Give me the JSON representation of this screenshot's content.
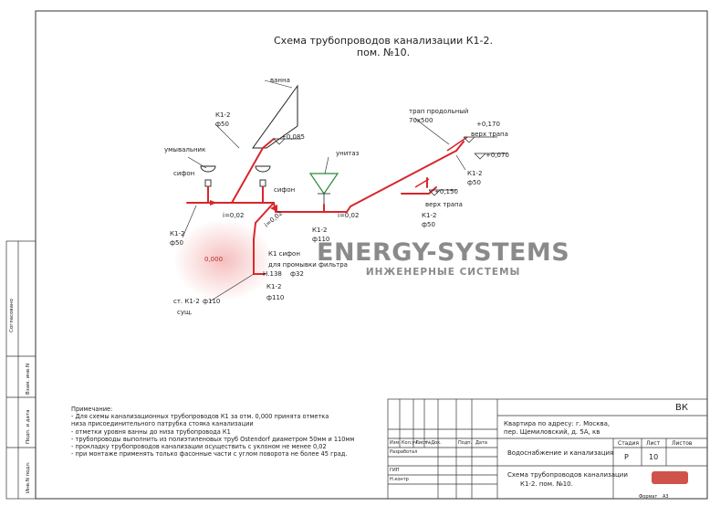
{
  "title": {
    "line1": "Схема трубопроводов канализации К1-2.",
    "line2": "пом. №10."
  },
  "labels": {
    "vanna": "ванна",
    "k12_top": "К1-2",
    "d50_top": "ф50",
    "elev_0085": "+0,085",
    "umyvalnik": "умывальник",
    "sifon1": "сифон",
    "sifon2": "сифон",
    "slope_002_a": "i=0,02",
    "k12_left": "К1-2",
    "d50_left": "ф50",
    "unitaz": "унитаз",
    "k12_mid": "К1-2",
    "d110_mid": "ф110",
    "slope_002_b": "i=0,02",
    "slope_002_c": "i=0,02",
    "trap_label": "трап продольный",
    "trap_size": "70х500",
    "elev_0170": "+0,170",
    "verh_trapa_1": "верх трапа",
    "elev_0070": "+0,070",
    "k12_right": "К1-2",
    "d50_right": "ф50",
    "elev_0150": "+0,150",
    "verh_trapa_2": "верх трапа",
    "k12_trap": "К1-2",
    "d50_trap": "ф50",
    "k1_sifon": "К1  сифон",
    "promyvka": "для промывки фильтра",
    "elev_0000": "0,000",
    "n138": "Н.138",
    "d32": "ф32",
    "k12_low": "К1-2",
    "d110_low": "ф110",
    "st_k12": "ст. К1-2",
    "d110_st": "ф110",
    "sush": "сущ."
  },
  "watermark": {
    "line1": "ENERGY-SYSTEMS",
    "line2": "ИНЖЕНЕРНЫЕ СИСТЕМЫ"
  },
  "notes": {
    "heading": "Примечание:",
    "items": [
      "- Для схемы канализационных трубопроводов К1 за отм. 0,000 принята отметка",
      "  низа присоединительного патрубка стояка канализации",
      "- отметки уровня ванны до низа трубопровода К1",
      "- трубопроводы выполнить из полиэтиленовых труб Ostendorf диаметром 50мм и 110мм",
      "- прокладку трубопроводов канализации осуществить с уклоном не менее 0,02",
      "- при монтаже применять только фасонные части с углом поворота не более 45 град."
    ]
  },
  "stamp": {
    "code": "ВК",
    "address": "Квартира по адресу:  г. Москва,",
    "address2": "пер. Щемиловский, д. 5А, кв",
    "section": "Водоснабжение и канализация",
    "drawing": "Схема трубопроводов канализации",
    "drawing2": "К1-2.  пом. №10.",
    "stage_h": "Стадия",
    "sheet_h": "Лист",
    "sheets_h": "Листов",
    "stage": "Р",
    "sheet": "10",
    "col_izm": "Изм.",
    "col_kol": "Кол.уч.",
    "col_list": "Лист",
    "col_doc": "№Док.",
    "col_sign": "Подп.",
    "col_date": "Дата",
    "razrab": "Разработал",
    "gip": "ГИП",
    "nkontr": "Н.контр",
    "format_label": "Формат",
    "format": "А3"
  },
  "side": {
    "soglasovano": "Согласовано",
    "vzam": "Взам. инв.N",
    "podp": "Подп. и дата",
    "inv": "Инв.N подл."
  },
  "colors": {
    "pipe": "#d8262b",
    "line": "#222222",
    "watermark": "#8a8a8a"
  }
}
